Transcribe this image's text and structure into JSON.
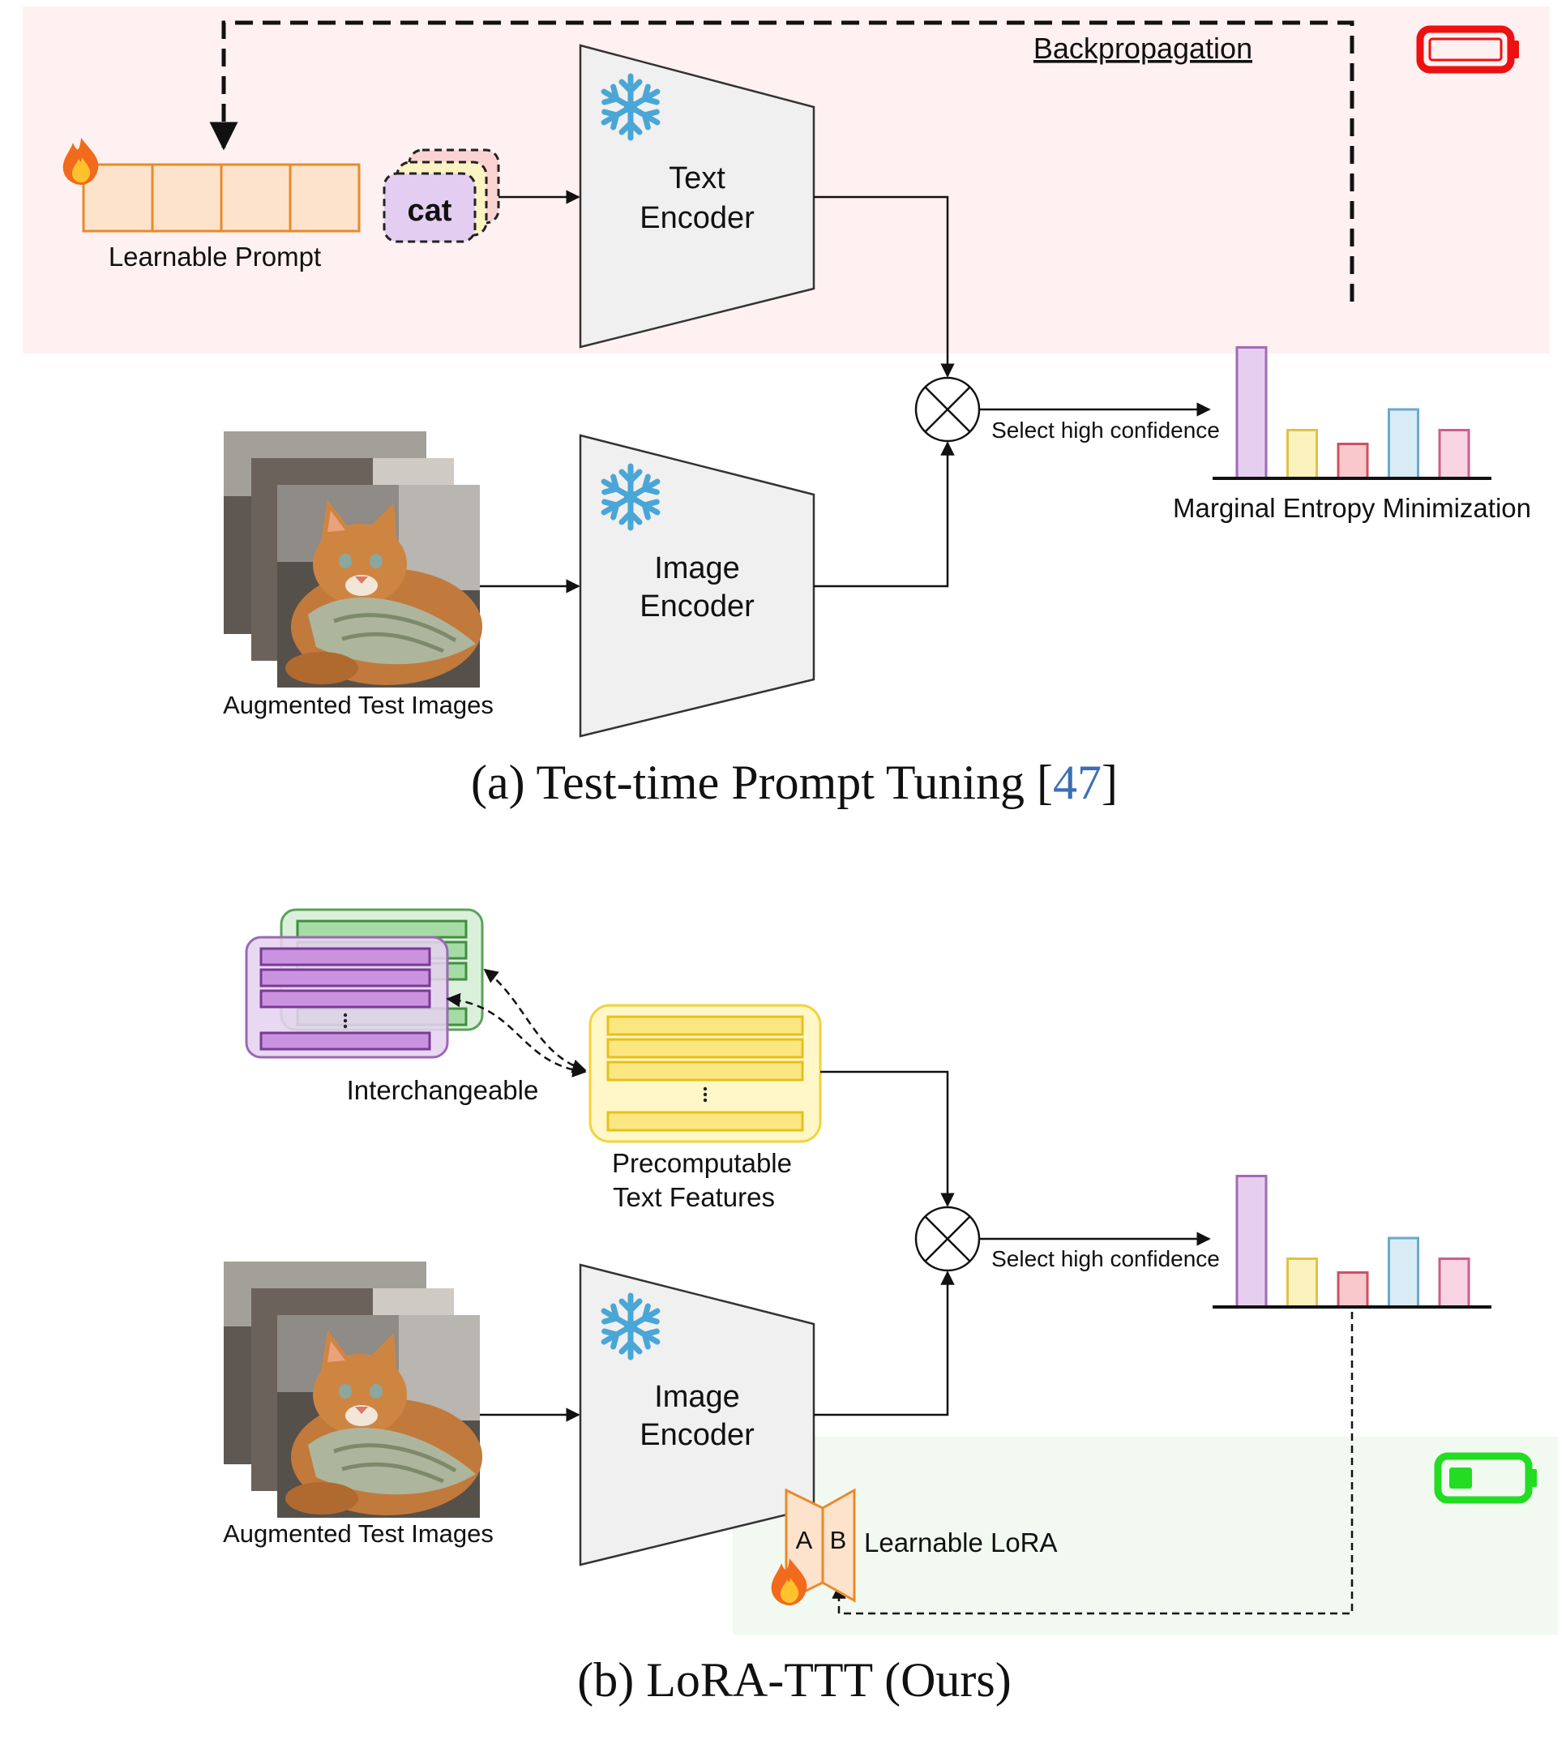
{
  "panel_a": {
    "backprop_label": "Backpropagation",
    "prompt_label": "Learnable Prompt",
    "class_token": "cat",
    "text_encoder": [
      "Text",
      "Encoder"
    ],
    "image_encoder": [
      "Image",
      "Encoder"
    ],
    "images_label": "Augmented Test Images",
    "select_label": "Select high confidence",
    "entropy_label": "Marginal Entropy Minimization",
    "caption_main": "(a) Test-time Prompt Tuning [",
    "caption_ref": "47",
    "caption_end": "]",
    "battery": "low",
    "battery_color": "#ee1111"
  },
  "panel_b": {
    "interchangeable_label": "Interchangeable",
    "text_features_label": [
      "Precomputable",
      "Text Features"
    ],
    "image_encoder": [
      "Image",
      "Encoder"
    ],
    "images_label": "Augmented Test Images",
    "select_label": "Select high confidence",
    "lora_a": "A",
    "lora_b": "B",
    "lora_label": "Learnable LoRA",
    "caption": "(b) LoRA-TTT (Ours)",
    "battery": "low",
    "battery_color": "#22dd22"
  },
  "bars": {
    "values": [
      0.95,
      0.35,
      0.25,
      0.5,
      0.35
    ],
    "fills": [
      "#e6cfee",
      "#fbf3bd",
      "#f8c8cc",
      "#d9ecf6",
      "#f9d5e3"
    ],
    "strokes": [
      "#a36ab5",
      "#e0c24a",
      "#d05060",
      "#6ba9cc",
      "#cc5e8c"
    ]
  },
  "colors": {
    "top_panel_bg": "#fff1f1",
    "bottom_panel_bg": "#f1f9f1",
    "encoder_fill": "#f0f0f0",
    "prompt_fill": "#fde3cc",
    "prompt_stroke": "#e98a2a",
    "snowflake": "#4aa6d6",
    "ref_link": "#3a6fb5"
  }
}
